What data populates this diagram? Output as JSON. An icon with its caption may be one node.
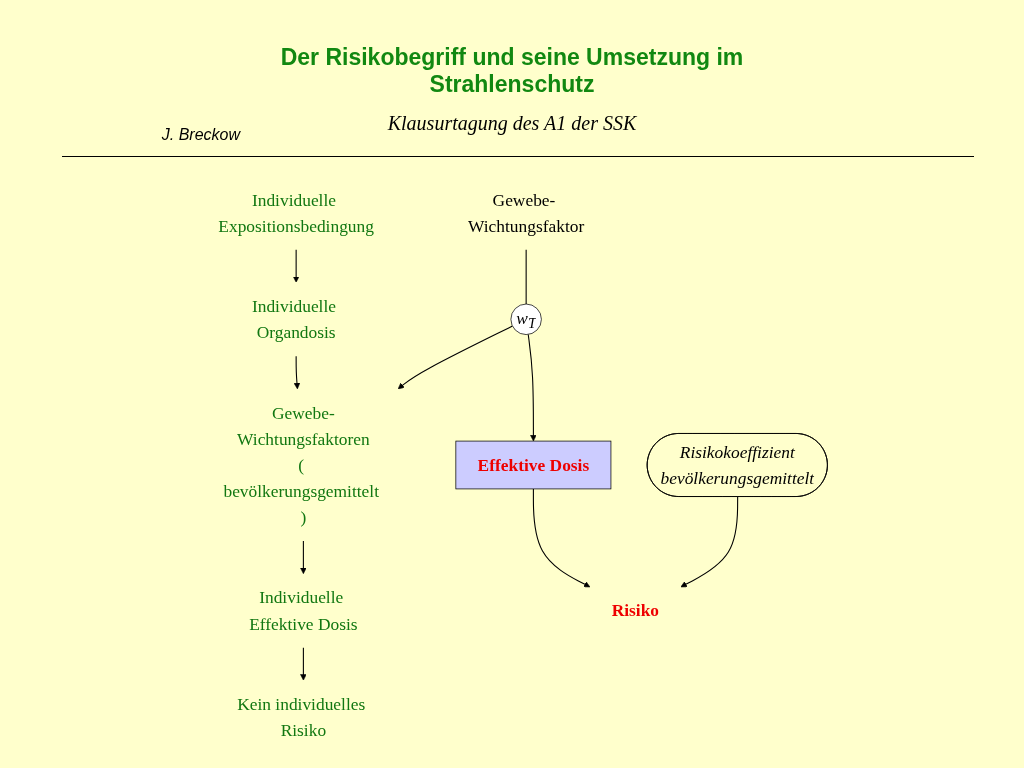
{
  "diagram": {
    "title": "Der Risikobegriff und seine Umsetzung im Strahlenschutz",
    "nodes": [
      {
        "text": [
          "Individuelle Expositionsbedingung"
        ]
      },
      {
        "text": [
          "Individuelle Organdosis"
        ]
      },
      {
        "text": [
          "Gewebe-Wichtungsfaktoren",
          "( bevölkerungsgemittelt )"
        ]
      },
      {
        "text": [
          "Individuelle Effektive Dosis"
        ]
      },
      {
        "text": [
          "Kein individuelles Risiko"
        ]
      },
      {
        "text": [
          "Gewebe- Wichtungsfaktor"
        ]
      },
      {
        "text": [
          "w$_{T}$"
        ]
      },
      {
        "text": [
          "Effektive Dosis"
        ]
      },
      {
        "text": [
          "Risiko"
        ]
      },
      {
        "text": [
          "Risikokoeffizient",
          "bevölkerungsgemittelt"
        ]
      }
    ],
    "edges": [
      {
        "from": 0,
        "to": 1,
        "arrow": "to"
      },
      {
        "from": 1,
        "to": 2,
        "arrow": "to"
      },
      {
        "from": 2,
        "to": 3,
        "arrow": "to"
      },
      {
        "from": 3,
        "to": 4,
        "arrow": "to"
      },
      {
        "from": 5,
        "to": 6,
        "arrow": "none"
      },
      {
        "from": 6,
        "to": 2,
        "arrow": "to"
      },
      {
        "from": 6,
        "to": 7,
        "arrow": "to"
      },
      {
        "from": 7,
        "to": 8,
        "arrow": "to"
      },
      {
        "from": 9,
        "to": 8,
        "arrow": "to"
      }
    ],
    "labels": [
      "J. Breckow",
      "Klausurtagung des A1 der SSK"
    ]
  }
}
